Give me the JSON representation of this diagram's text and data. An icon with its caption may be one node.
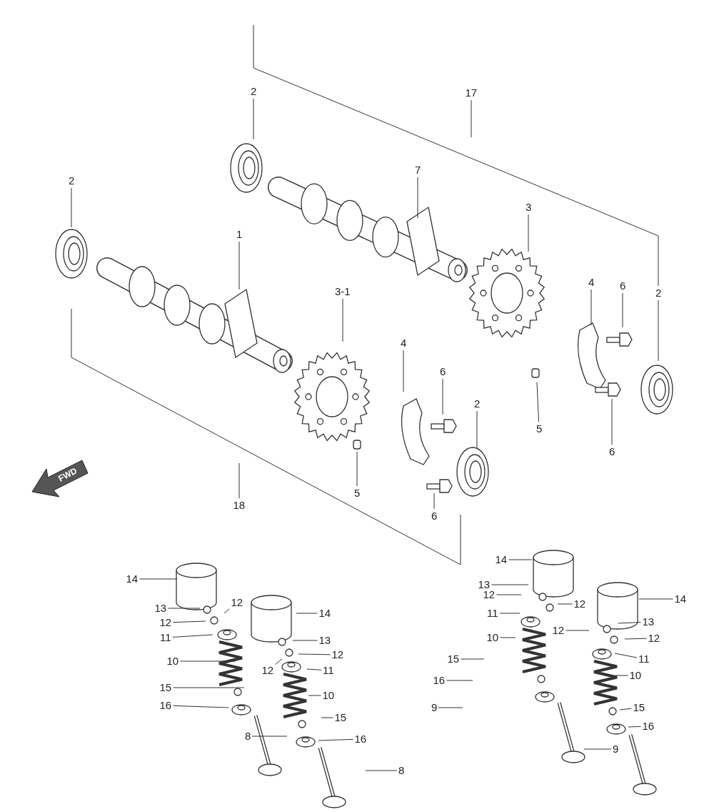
{
  "diagram": {
    "nodes": [
      {
        "text": [
          "2"
        ]
      },
      {
        "text": [
          "17"
        ]
      },
      {
        "text": [
          "2"
        ]
      },
      {
        "text": [
          "7"
        ]
      },
      {
        "text": [
          "3"
        ]
      },
      {
        "text": [
          "1"
        ]
      },
      {
        "text": [
          "3-1"
        ]
      },
      {
        "text": [
          "4"
        ]
      },
      {
        "text": [
          "6"
        ]
      },
      {
        "text": [
          "2"
        ]
      },
      {
        "text": [
          "4"
        ]
      },
      {
        "text": [
          "6"
        ]
      },
      {
        "text": [
          "2"
        ]
      },
      {
        "text": [
          "5"
        ]
      },
      {
        "text": [
          "6"
        ]
      },
      {
        "text": [
          "5"
        ]
      },
      {
        "text": [
          "18"
        ]
      },
      {
        "text": [
          "6"
        ]
      },
      {
        "text": [
          "14"
        ]
      },
      {
        "text": [
          "14"
        ]
      },
      {
        "text": [
          "13"
        ]
      },
      {
        "text": [
          "12"
        ]
      },
      {
        "text": [
          "12"
        ]
      },
      {
        "text": [
          "11"
        ]
      },
      {
        "text": [
          "13"
        ]
      },
      {
        "text": [
          "12"
        ]
      },
      {
        "text": [
          "10"
        ]
      },
      {
        "text": [
          "12"
        ]
      },
      {
        "text": [
          "11"
        ]
      },
      {
        "text": [
          "15"
        ]
      },
      {
        "text": [
          "10"
        ]
      },
      {
        "text": [
          "16"
        ]
      },
      {
        "text": [
          "15"
        ]
      },
      {
        "text": [
          "8"
        ]
      },
      {
        "text": [
          "16"
        ]
      },
      {
        "text": [
          "8"
        ]
      },
      {
        "text": [
          "14"
        ]
      },
      {
        "text": [
          "13"
        ]
      },
      {
        "text": [
          "12"
        ]
      },
      {
        "text": [
          "12"
        ]
      },
      {
        "text": [
          "11"
        ]
      },
      {
        "text": [
          "14"
        ]
      },
      {
        "text": [
          "13"
        ]
      },
      {
        "text": [
          "10"
        ]
      },
      {
        "text": [
          "12"
        ]
      },
      {
        "text": [
          "12"
        ]
      },
      {
        "text": [
          "11"
        ]
      },
      {
        "text": [
          "15"
        ]
      },
      {
        "text": [
          "10"
        ]
      },
      {
        "text": [
          "16"
        ]
      },
      {
        "text": [
          "15"
        ]
      },
      {
        "text": [
          "9"
        ]
      },
      {
        "text": [
          "16"
        ]
      },
      {
        "text": [
          "9"
        ]
      }
    ],
    "edges": [
      {
        "from": 0,
        "to": null,
        "arrow": "none"
      },
      {
        "from": 1,
        "to": null,
        "arrow": "none"
      },
      {
        "from": 2,
        "to": null,
        "arrow": "none"
      },
      {
        "from": 3,
        "to": null,
        "arrow": "none"
      },
      {
        "from": 4,
        "to": null,
        "arrow": "none"
      },
      {
        "from": 5,
        "to": null,
        "arrow": "none"
      },
      {
        "from": 6,
        "to": null,
        "arrow": "none"
      },
      {
        "from": 7,
        "to": null,
        "arrow": "none"
      },
      {
        "from": 8,
        "to": null,
        "arrow": "none"
      },
      {
        "from": 9,
        "to": null,
        "arrow": "none"
      },
      {
        "from": 10,
        "to": null,
        "arrow": "none"
      },
      {
        "from": 11,
        "to": null,
        "arrow": "none"
      },
      {
        "from": 12,
        "to": null,
        "arrow": "none"
      },
      {
        "from": 13,
        "to": null,
        "arrow": "none"
      },
      {
        "from": 14,
        "to": null,
        "arrow": "none"
      },
      {
        "from": 15,
        "to": null,
        "arrow": "none"
      },
      {
        "from": 16,
        "to": null,
        "arrow": "none"
      },
      {
        "from": 17,
        "to": null,
        "arrow": "none"
      },
      {
        "from": 18,
        "to": null,
        "arrow": "none"
      },
      {
        "from": 19,
        "to": null,
        "arrow": "none"
      },
      {
        "from": 20,
        "to": null,
        "arrow": "none"
      },
      {
        "from": 21,
        "to": null,
        "arrow": "none"
      },
      {
        "from": 22,
        "to": null,
        "arrow": "none"
      },
      {
        "from": 23,
        "to": null,
        "arrow": "none"
      },
      {
        "from": 24,
        "to": null,
        "arrow": "none"
      },
      {
        "from": 25,
        "to": null,
        "arrow": "none"
      },
      {
        "from": 26,
        "to": null,
        "arrow": "none"
      },
      {
        "from": 27,
        "to": null,
        "arrow": "none"
      },
      {
        "from": 28,
        "to": null,
        "arrow": "none"
      },
      {
        "from": 29,
        "to": null,
        "arrow": "none"
      },
      {
        "from": 30,
        "to": null,
        "arrow": "none"
      },
      {
        "from": 31,
        "to": null,
        "arrow": "none"
      },
      {
        "from": 32,
        "to": null,
        "arrow": "none"
      },
      {
        "from": 33,
        "to": null,
        "arrow": "none"
      },
      {
        "from": 34,
        "to": null,
        "arrow": "none"
      },
      {
        "from": 35,
        "to": null,
        "arrow": "none"
      },
      {
        "from": 36,
        "to": null,
        "arrow": "none"
      },
      {
        "from": 37,
        "to": null,
        "arrow": "none"
      },
      {
        "from": 38,
        "to": null,
        "arrow": "none"
      },
      {
        "from": 39,
        "to": null,
        "arrow": "none"
      },
      {
        "from": 40,
        "to": null,
        "arrow": "none"
      },
      {
        "from": 41,
        "to": null,
        "arrow": "none"
      },
      {
        "from": 42,
        "to": null,
        "arrow": "none"
      },
      {
        "from": 43,
        "to": null,
        "arrow": "none"
      },
      {
        "from": 44,
        "to": null,
        "arrow": "none"
      },
      {
        "from": 45,
        "to": null,
        "arrow": "none"
      },
      {
        "from": 46,
        "to": null,
        "arrow": "none"
      },
      {
        "from": 47,
        "to": null,
        "arrow": "none"
      },
      {
        "from": 48,
        "to": null,
        "arrow": "none"
      },
      {
        "from": 49,
        "to": null,
        "arrow": "none"
      },
      {
        "from": 50,
        "to": null,
        "arrow": "none"
      },
      {
        "from": 51,
        "to": null,
        "arrow": "none"
      },
      {
        "from": 52,
        "to": null,
        "arrow": "none"
      },
      {
        "from": 53,
        "to": null,
        "arrow": "none"
      }
    ],
    "labels": [
      "FWD"
    ]
  }
}
